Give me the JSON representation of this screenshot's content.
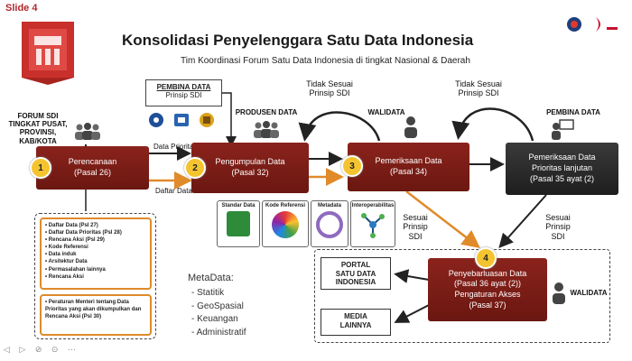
{
  "slide_label": "Slide 4",
  "title": "Konsolidasi Penyelenggara Satu Data Indonesia",
  "subtitle": "Tim Koordinasi Forum Satu Data Indonesia di tingkat Nasional & Daerah",
  "forum_label": [
    "FORUM SDI",
    "TINGKAT PUSAT,",
    "PROVINSI,",
    "KAB/KOTA"
  ],
  "pembina_box": {
    "title": "PEMBINA DATA",
    "subtitle": "Prinsip SDI"
  },
  "produsen_label": "PRODUSEN DATA",
  "walidata_label": "WALIDATA",
  "pembina_data_right": "PEMBINA DATA",
  "tidak_sesuai_1": [
    "Tidak Sesuai",
    "Prinsip SDI"
  ],
  "tidak_sesuai_2": [
    "Tidak Sesuai",
    "Prinsip SDI"
  ],
  "data_prioritas": "Data Prioritas",
  "daftar_data": "Daftar Data",
  "sesuai_1": [
    "Sesuai",
    "Prinsip",
    "SDI"
  ],
  "sesuai_2": [
    "Sesuai",
    "Prinsip",
    "SDI"
  ],
  "stages": [
    {
      "num": "1",
      "line1": "Perencanaan",
      "line2": "(Pasal 26)"
    },
    {
      "num": "2",
      "line1": "Pengumpulan Data",
      "line2": "(Pasal 32)"
    },
    {
      "num": "3",
      "line1": "Pemeriksaan Data",
      "line2": "(Pasal 34)"
    },
    {
      "num": "",
      "line1": "Pemeriksaan Data",
      "line2": "Prioritas lanjutan",
      "line3": "(Pasal 35 ayat (2)"
    },
    {
      "num": "4",
      "line1": "Penyebarluasan Data",
      "line2": "(Pasal 36 ayat (2))",
      "line3": "Pengaturan Akses",
      "line4": "(Pasal 37)"
    }
  ],
  "info_boxes": [
    "Standar Data",
    "Kode Referensi",
    "Metadata",
    "Interoperabilitas"
  ],
  "list_items": [
    "Daftar Data (Psl 27)",
    "Daftar Data Prioritas (Psl 28)",
    "Rencana Aksi (Psl 29)",
    "Kode Referensi",
    "Data induk",
    "Arsitektur Data",
    "Permasalahan lainnya",
    "Rencana Aksi"
  ],
  "list_item_2": "Peraturan Menteri tentang Data Prioritas yang akan dikumpulkan dan Rencana Aksi (Psl 30)",
  "metadata_title": "MetaData:",
  "metadata_items": [
    "Statitik",
    "GeoSpasial",
    "Keuangan",
    "Administratif"
  ],
  "portal": [
    "PORTAL",
    "SATU DATA",
    "INDONESIA"
  ],
  "media": [
    "MEDIA",
    "LAINNYA"
  ],
  "walidata_bottom": "WALIDATA",
  "bottom_controls": "◁ ▷ ⊘ ⊙ ⋯",
  "colors": {
    "red": "#7a1d16",
    "dark": "#262626",
    "yellow": "#f4c430",
    "orange": "#e08a2a"
  }
}
